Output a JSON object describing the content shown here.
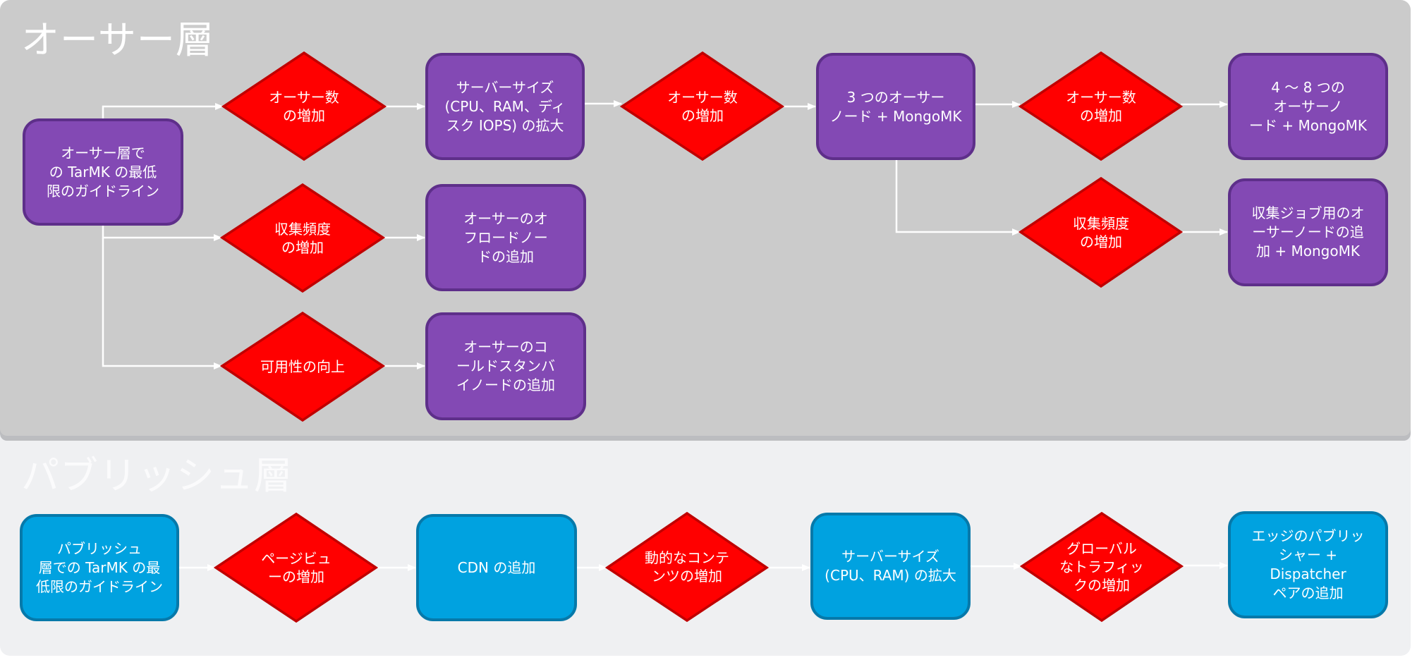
{
  "colors": {
    "author_bg": "#cbcbcb",
    "publish_bg": "#eff0f2",
    "author_node": "#8349b4",
    "publish_node": "#00a2e0",
    "decision": "#ff0000",
    "decision_stroke": "#c00000",
    "connector": "#ffffff"
  },
  "author": {
    "title": "オーサー層",
    "nodes": [
      {
        "id": "a0",
        "label": "オーサー層で\nの TarMK の最低\n限のガイドライン"
      },
      {
        "id": "a1",
        "label": "サーバーサイズ\n(CPU、RAM、ディ\nスク IOPS) の拡大"
      },
      {
        "id": "a2",
        "label": "3 つのオーサー\nノード + MongoMK"
      },
      {
        "id": "a3",
        "label": "4 〜 8 つの\nオーサーノ\nード + MongoMK"
      },
      {
        "id": "a4",
        "label": "オーサーのオ\nフロードノー\nドの追加"
      },
      {
        "id": "a5",
        "label": "オーサーのコ\nールドスタンバ\nイノードの追加"
      },
      {
        "id": "a6",
        "label": "収集ジョブ用のオ\nーサーノードの追\n加 + MongoMK"
      }
    ],
    "decisions": [
      {
        "id": "d1",
        "label": "オーサー数\nの増加"
      },
      {
        "id": "d2",
        "label": "オーサー数\nの増加"
      },
      {
        "id": "d3",
        "label": "オーサー数\nの増加"
      },
      {
        "id": "d4",
        "label": "収集頻度\nの増加"
      },
      {
        "id": "d5",
        "label": "可用性の向上"
      },
      {
        "id": "d6",
        "label": "収集頻度\nの増加"
      }
    ]
  },
  "publish": {
    "title": "パブリッシュ層",
    "nodes": [
      {
        "id": "p0",
        "label": "パブリッシュ\n層での TarMK の最\n低限のガイドライン"
      },
      {
        "id": "p1",
        "label": "CDN の追加"
      },
      {
        "id": "p2",
        "label": "サーバーサイズ\n(CPU、RAM) の拡大"
      },
      {
        "id": "p3",
        "label": "エッジのパブリッ\nシャー + Dispatcher\nペアの追加"
      }
    ],
    "decisions": [
      {
        "id": "pd1",
        "label": "ページビュ\nーの増加"
      },
      {
        "id": "pd2",
        "label": "動的なコンテ\nンツの増加"
      },
      {
        "id": "pd3",
        "label": "グローバル\nなトラフィッ\nクの増加"
      }
    ]
  },
  "edges": [
    {
      "from": "a0",
      "to": "d1"
    },
    {
      "from": "a0",
      "to": "d4"
    },
    {
      "from": "a0",
      "to": "d5"
    },
    {
      "from": "d1",
      "to": "a1"
    },
    {
      "from": "a1",
      "to": "d2"
    },
    {
      "from": "d2",
      "to": "a2"
    },
    {
      "from": "a2",
      "to": "d3"
    },
    {
      "from": "d3",
      "to": "a3"
    },
    {
      "from": "a2",
      "to": "d6"
    },
    {
      "from": "d6",
      "to": "a6"
    },
    {
      "from": "d4",
      "to": "a4"
    },
    {
      "from": "d5",
      "to": "a5"
    },
    {
      "from": "p0",
      "to": "pd1"
    },
    {
      "from": "pd1",
      "to": "p1"
    },
    {
      "from": "p1",
      "to": "pd2"
    },
    {
      "from": "pd2",
      "to": "p2"
    },
    {
      "from": "p2",
      "to": "pd3"
    },
    {
      "from": "pd3",
      "to": "p3"
    }
  ]
}
